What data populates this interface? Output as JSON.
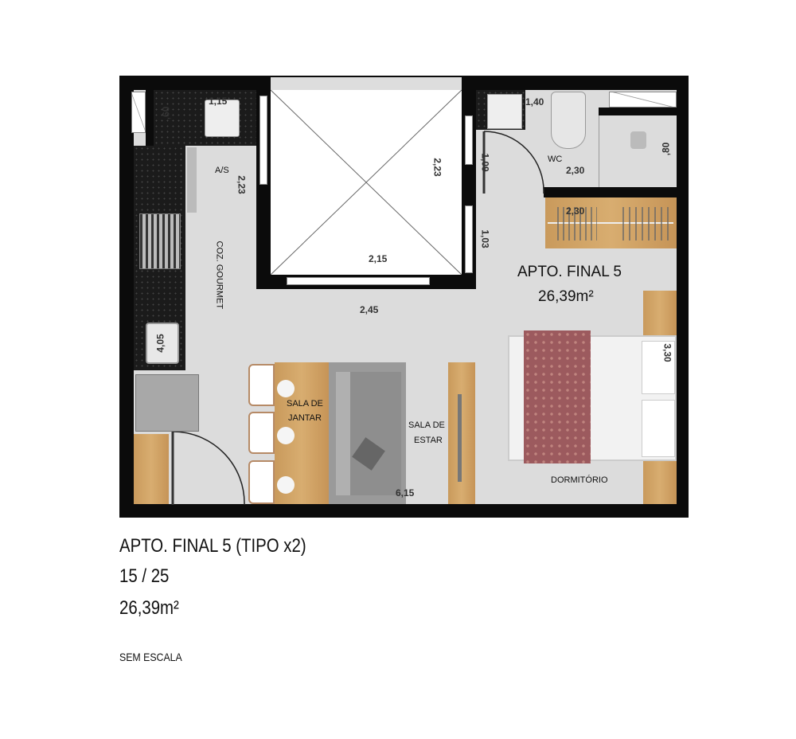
{
  "plan": {
    "unit_label": "APTO. FINAL 5",
    "unit_area": "26,39m²",
    "rooms": {
      "kitchen": "COZ. GOURMET",
      "service": "A/S",
      "wc": "WC",
      "dining": [
        "SALA DE",
        "JANTAR"
      ],
      "living": [
        "SALA DE",
        "ESTAR"
      ],
      "bedroom": "DORMITÓRIO"
    },
    "dimensions": {
      "kitchen_sink": "1,15",
      "kitchen_counter": ",60",
      "service_depth": "2,23",
      "void_height": "2,23",
      "void_width": "2,15",
      "wc_sink": "1,40",
      "wc_door": "1,09",
      "wc_width": "2,30",
      "shower": ",80",
      "closet": "2,30",
      "hall": "1,03",
      "corridor": "2,45",
      "bed_wall": "3,30",
      "living_width": "6,15",
      "kitchen_length": "4,05"
    },
    "colors": {
      "wall": "#0b0b0b",
      "floor": "#dcdcdc",
      "wood": "#d0a265",
      "blanket": "#9c5a5e",
      "sofa": "#8e8e8e"
    }
  },
  "caption": {
    "title": "APTO. FINAL 5 (TIPO x2)",
    "units": "15 / 25",
    "area": "26,39m²",
    "scale_note": "SEM ESCALA"
  }
}
